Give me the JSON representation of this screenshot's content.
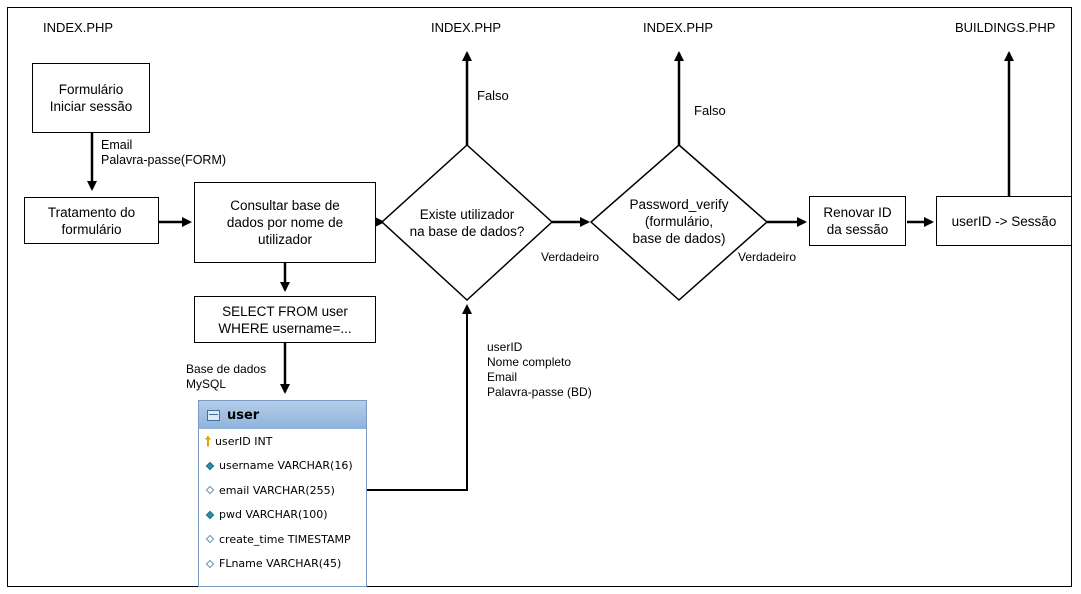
{
  "pages": {
    "index1": "INDEX.PHP",
    "index2": "INDEX.PHP",
    "index3": "INDEX.PHP",
    "buildings": "BUILDINGS.PHP"
  },
  "boxes": {
    "form": "Formulário\nIniciar sessão",
    "treatment": "Tratamento do\nformulário",
    "query": "Consultar base de\ndados por nome de\nutilizador",
    "select": "SELECT FROM user\nWHERE username=...",
    "renew": "Renovar ID\nda sessão",
    "session": "userID -> Sessão"
  },
  "decisions": {
    "exists": "Existe utilizador\nna base de dados?",
    "verify": "Password_verify\n(formulário,\nbase de dados)"
  },
  "labels": {
    "email_pwd": "Email\nPalavra-passe(FORM)",
    "false1": "Falso",
    "false2": "Falso",
    "true1": "Verdadeiro",
    "true2": "Verdadeiro",
    "db": "Base de dados\nMySQL",
    "returned": "userID\nNome completo\nEmail\nPalavra-passe (BD)"
  },
  "table": {
    "name": "user",
    "columns": [
      {
        "name": "userID INT",
        "icon": "key-icon"
      },
      {
        "name": "username VARCHAR(16)",
        "icon": "filled-diamond-icon"
      },
      {
        "name": "email VARCHAR(255)",
        "icon": "hollow-diamond-icon"
      },
      {
        "name": "pwd VARCHAR(100)",
        "icon": "filled-diamond-icon"
      },
      {
        "name": "create_time TIMESTAMP",
        "icon": "hollow-diamond-icon"
      },
      {
        "name": "FLname VARCHAR(45)",
        "icon": "hollow-diamond-icon"
      }
    ]
  }
}
